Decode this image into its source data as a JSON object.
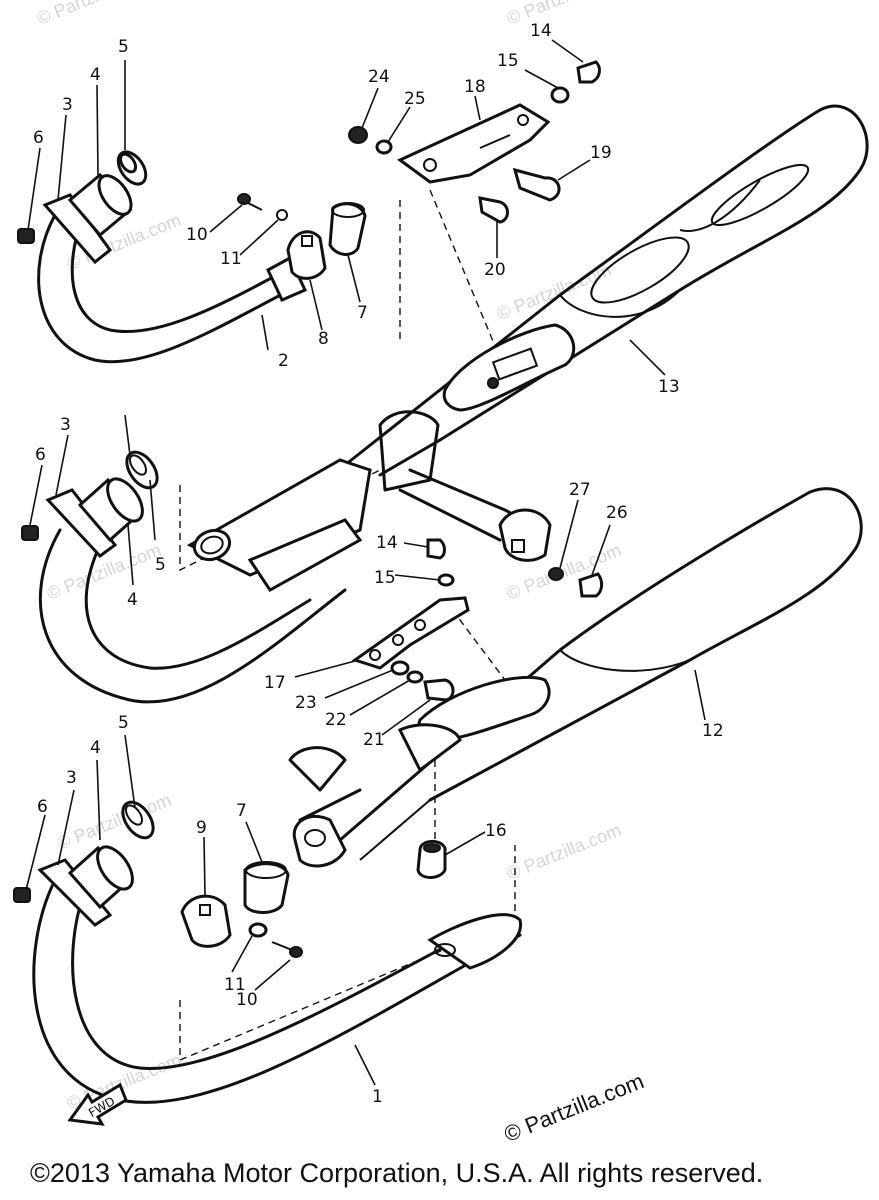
{
  "diagram": {
    "callouts": {
      "p1": "1",
      "p2": "2",
      "p3a": "3",
      "p3b": "3",
      "p3c": "3",
      "p4a": "4",
      "p4b": "4",
      "p4c": "4",
      "p5a": "5",
      "p5b": "5",
      "p5c": "5",
      "p6a": "6",
      "p6b": "6",
      "p6c": "6",
      "p7a": "7",
      "p7b": "7",
      "p8": "8",
      "p9": "9",
      "p10a": "10",
      "p10b": "10",
      "p11a": "11",
      "p11b": "11",
      "p12": "12",
      "p13": "13",
      "p14a": "14",
      "p14b": "14",
      "p15a": "15",
      "p15b": "15",
      "p16": "16",
      "p17": "17",
      "p18": "18",
      "p19": "19",
      "p20": "20",
      "p21": "21",
      "p22": "22",
      "p23": "23",
      "p24": "24",
      "p25": "25",
      "p26": "26",
      "p27": "27"
    },
    "fwd_label": "FWD",
    "watermark": "© Partzilla.com",
    "watermark_bottom": "© Partzilla.com"
  },
  "footer": {
    "copyright": "©2013 Yamaha Motor Corporation, U.S.A. All rights reserved."
  }
}
